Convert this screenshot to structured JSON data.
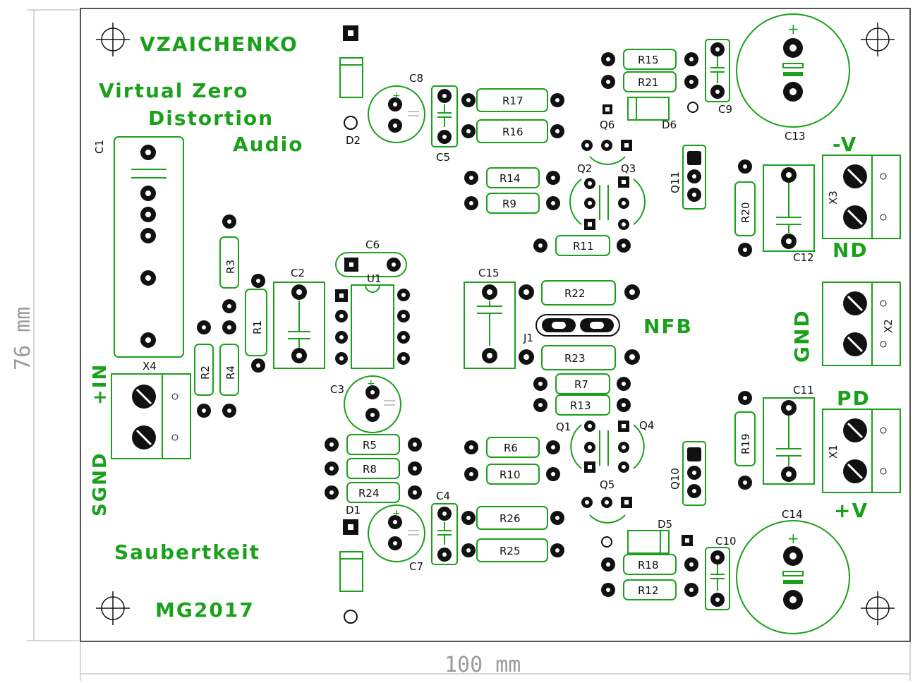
{
  "board": {
    "title_lines": [
      "VZAICHENKO",
      "Virtual Zero",
      "Distortion",
      "Audio"
    ],
    "footer_lines": [
      "Saubertkeit",
      "MG2017"
    ],
    "dimensions": {
      "width": "100 mm",
      "height": "76 mm"
    }
  },
  "connectors": {
    "x3_label": "-V",
    "nd_label": "ND",
    "gnd_label": "GND",
    "pd_label": "PD",
    "x1_label": "+V",
    "input_label": "+IN",
    "sgnd_label": "SGND",
    "nfb_label": "NFB"
  },
  "refs": {
    "C1": "C1",
    "C2": "C2",
    "C3": "C3",
    "C4": "C4",
    "C5": "C5",
    "C6": "C6",
    "C7": "C7",
    "C8": "C8",
    "C9": "C9",
    "C10": "C10",
    "C11": "C11",
    "C12": "C12",
    "C13": "C13",
    "C14": "C14",
    "C15": "C15",
    "R1": "R1",
    "R2": "R2",
    "R3": "R3",
    "R4": "R4",
    "R5": "R5",
    "R6": "R6",
    "R7": "R7",
    "R8": "R8",
    "R9": "R9",
    "R10": "R10",
    "R11": "R11",
    "R12": "R12",
    "R13": "R13",
    "R14": "R14",
    "R15": "R15",
    "R16": "R16",
    "R17": "R17",
    "R18": "R18",
    "R19": "R19",
    "R20": "R20",
    "R21": "R21",
    "R22": "R22",
    "R23": "R23",
    "R24": "R24",
    "R25": "R25",
    "R26": "R26",
    "Q1": "Q1",
    "Q2": "Q2",
    "Q3": "Q3",
    "Q4": "Q4",
    "Q5": "Q5",
    "Q6": "Q6",
    "Q10": "Q10",
    "Q11": "Q11",
    "D1": "D1",
    "D2": "D2",
    "D5": "D5",
    "D6": "D6",
    "U1": "U1",
    "J1": "J1",
    "X1": "X1",
    "X2": "X2",
    "X3": "X3",
    "X4": "X4"
  },
  "colors": {
    "silkscreen": "#1aa01a",
    "pads": "#111111",
    "dimension": "#9a9a9a"
  }
}
